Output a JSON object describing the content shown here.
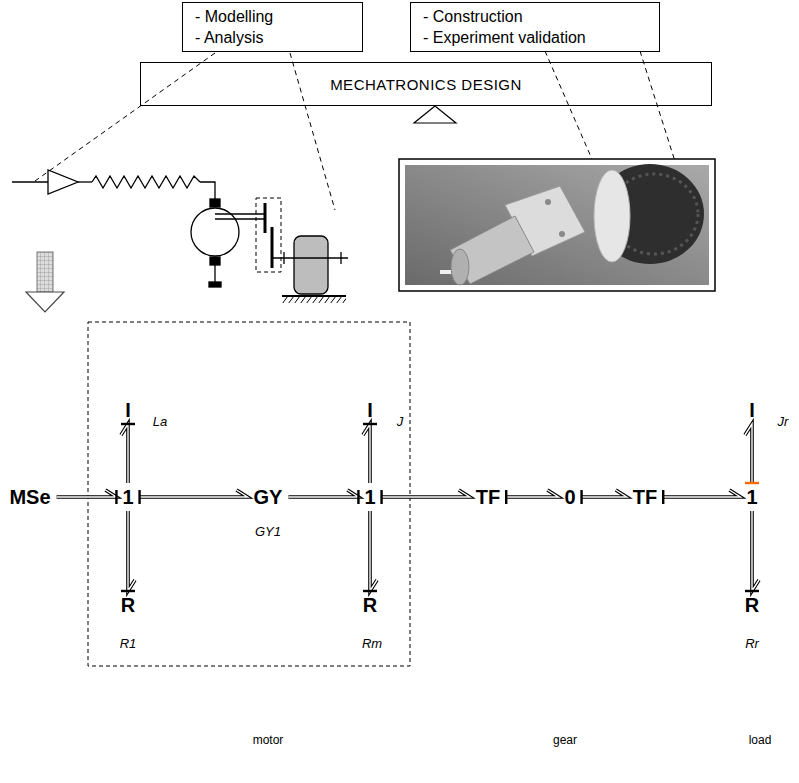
{
  "diagram": {
    "nodes": [
      {
        "text": [
          "- Modelling",
          "- Analysis"
        ]
      },
      {
        "text": [
          "- Construction",
          "- Experiment validation"
        ]
      },
      {
        "text": [
          "MECHATRONICS DESIGN"
        ]
      },
      {
        "text": [
          "MSe"
        ]
      },
      {
        "text": [
          "1"
        ]
      },
      {
        "text": [
          "I"
        ]
      },
      {
        "text": [
          "R"
        ]
      },
      {
        "text": [
          "GY"
        ]
      },
      {
        "text": [
          "1"
        ]
      },
      {
        "text": [
          "I"
        ]
      },
      {
        "text": [
          "R"
        ]
      },
      {
        "text": [
          "TF"
        ]
      },
      {
        "text": [
          "0"
        ]
      },
      {
        "text": [
          "TF"
        ]
      },
      {
        "text": [
          "1"
        ]
      },
      {
        "text": [
          "I"
        ]
      },
      {
        "text": [
          "R"
        ]
      }
    ],
    "edges": [
      {
        "from": 3,
        "to": 4,
        "arrow": "to"
      },
      {
        "from": 4,
        "to": 5,
        "arrow": "to"
      },
      {
        "from": 4,
        "to": 6,
        "arrow": "to"
      },
      {
        "from": 4,
        "to": 7,
        "arrow": "to"
      },
      {
        "from": 7,
        "to": 8,
        "arrow": "to"
      },
      {
        "from": 8,
        "to": 9,
        "arrow": "to"
      },
      {
        "from": 8,
        "to": 10,
        "arrow": "to"
      },
      {
        "from": 8,
        "to": 11,
        "arrow": "to"
      },
      {
        "from": 11,
        "to": 12,
        "arrow": "to"
      },
      {
        "from": 12,
        "to": 13,
        "arrow": "to"
      },
      {
        "from": 13,
        "to": 14,
        "arrow": "to"
      },
      {
        "from": 14,
        "to": 15,
        "arrow": "to"
      },
      {
        "from": 14,
        "to": 16,
        "arrow": "to"
      }
    ],
    "labels": [
      "La",
      "R1",
      "GY1",
      "J",
      "Rm",
      "Jr",
      "Rr",
      "motor",
      "gear",
      "load"
    ]
  }
}
